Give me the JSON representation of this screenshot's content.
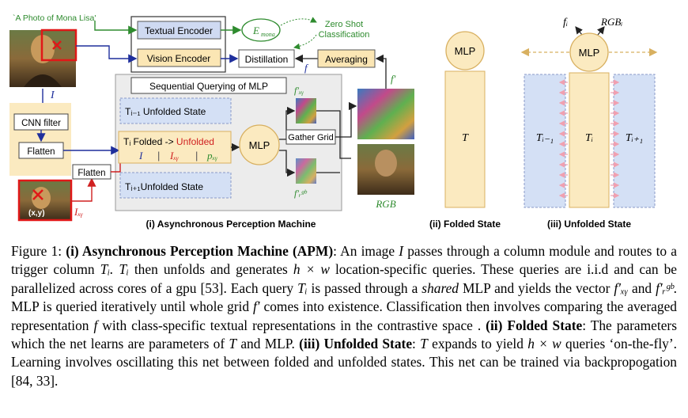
{
  "figure": {
    "prompt_text": "`A Photo of Mona Lisa'",
    "textual_encoder": "Textual Encoder",
    "vision_encoder": "Vision Encoder",
    "emona": "E",
    "emona_sub": "mona",
    "zero_shot": "Zero Shot",
    "classification": "Classification",
    "distillation": "Distillation",
    "averaging": "Averaging",
    "f_label": "f",
    "f_prime": "f′",
    "seq_query": "Sequential Querying of MLP",
    "I_label": "I",
    "cnn_filter": "CNN filter",
    "flatten1": "Flatten",
    "flatten2": "Flatten",
    "prev_state": "Tᵢ₋₁ Unfolded State",
    "next_state": "Tᵢ₊₁Unfolded State",
    "folded_prefix": "Tᵢ Folded -> ",
    "folded_unfolded": "Unfolded",
    "query_I": "I",
    "query_Ixy": "Iₓᵧ",
    "query_pxy": "pₓᵧ",
    "mlp": "MLP",
    "gather_grid": "Gather Grid",
    "f_xy": "f′ₓᵧ",
    "f_rgb": "f′ᵣᵍᵇ",
    "xy_tag": "(x,y)",
    "I_xy": "Iₓᵧ",
    "rgb": "RGB",
    "panel1": "(i) Asynchronous Perception Machine",
    "panel2": "(ii) Folded State",
    "panel3": "(iii) Unfolded State",
    "folded_mlp": "MLP",
    "folded_T": "T",
    "unfolded_mlp": "MLP",
    "unfolded_fi": "fᵢ",
    "unfolded_rgbi": "RGBᵢ",
    "unfolded_prev": "Tᵢ₋₁",
    "unfolded_cur": "Tᵢ",
    "unfolded_next": "Tᵢ₊₁"
  },
  "caption": {
    "fig": "Figure 1:",
    "t1": "(i) Asynchronous Perception Machine (APM)",
    "t2": ": An image ",
    "t3": " passes through a column module and routes to a trigger column ",
    "t4": " then unfolds and generates ",
    "t5": " location-specific queries. These queries are i.i.d and can be parallelized across cores of a gpu [53]. Each query ",
    "t6": " is passed through a ",
    "t7": "shared",
    "t8": " MLP and yields the vector ",
    "t9": " and ",
    "t10": ". MLP is queried iteratively until whole grid ",
    "t11": " comes into existence. Classification then involves comparing the averaged representation ",
    "t12": " with class-specific textual representations in the contrastive space . ",
    "t13": "(ii) Folded State",
    "t14": ": The parameters which the net learns are parameters of ",
    "t15": " and MLP. ",
    "t16": "(iii) Unfolded State",
    "t17": ": ",
    "t18": " expands to yield ",
    "t19": " queries ‘on-the-fly’. Learning involves oscillating this net between folded and unfolded states. This net can be trained via backpropogation [84, 33].",
    "m_I": "I",
    "m_Ti": "Tᵢ",
    "m_Ti_dot": "Tᵢ.",
    "m_hw": "h × w",
    "m_fxy": "f′ₓᵧ",
    "m_frgb": "f′ᵣᵍᵇ",
    "m_fp": "f′",
    "m_f": "f",
    "m_T": "T",
    "m_T2": "T",
    "m_hw2": "h × w"
  }
}
